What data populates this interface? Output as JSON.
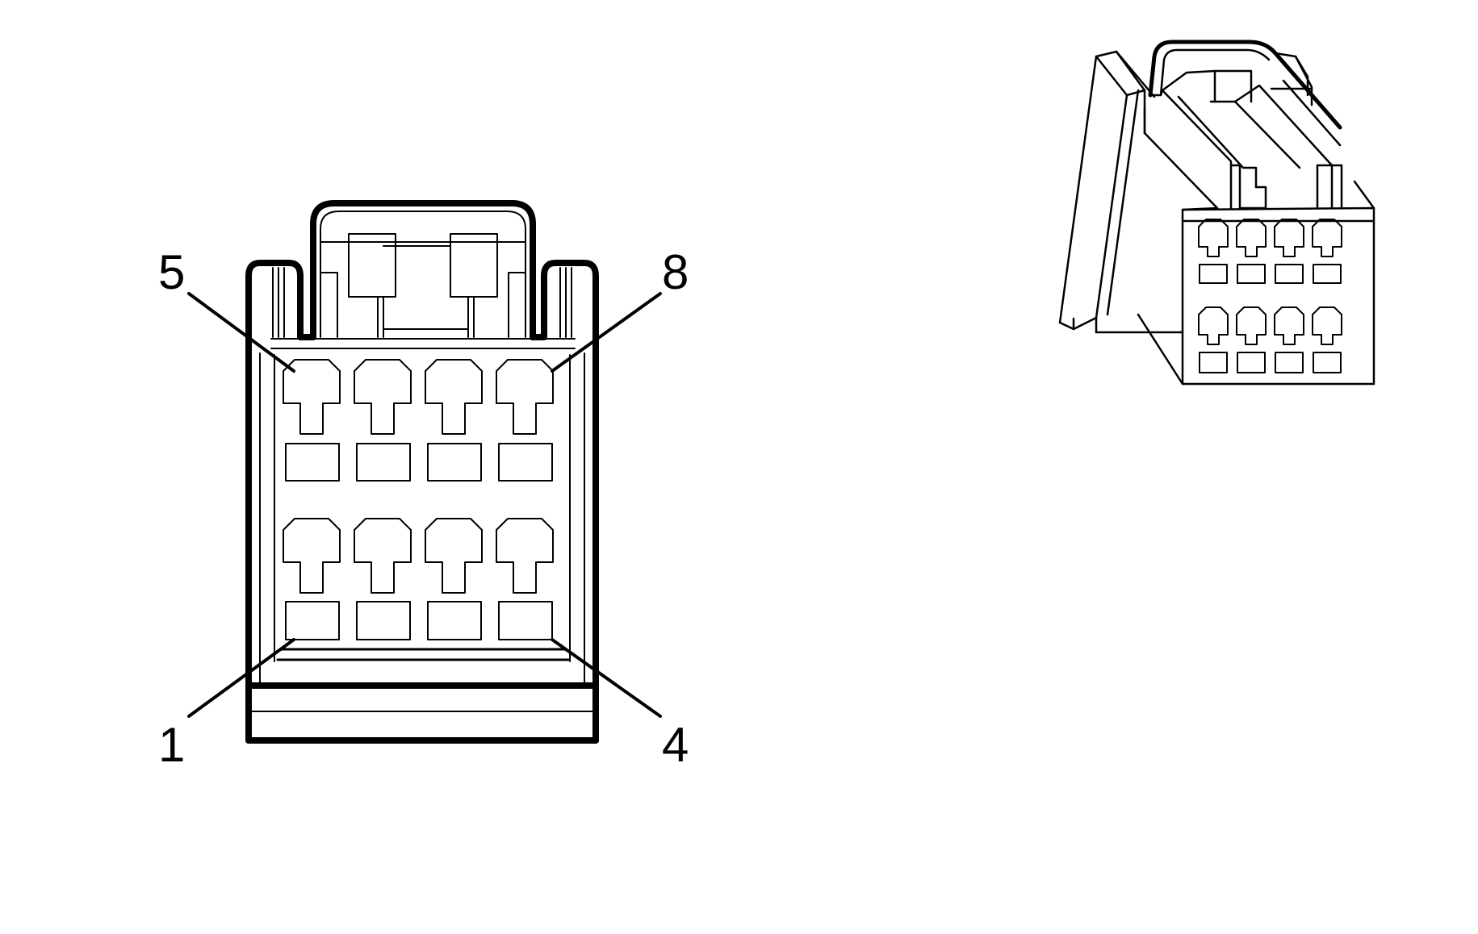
{
  "colors": {
    "stroke": "#000000",
    "background": "#ffffff"
  },
  "pin_labels": {
    "top_left": "5",
    "top_right": "8",
    "bottom_left": "1",
    "bottom_right": "4"
  }
}
